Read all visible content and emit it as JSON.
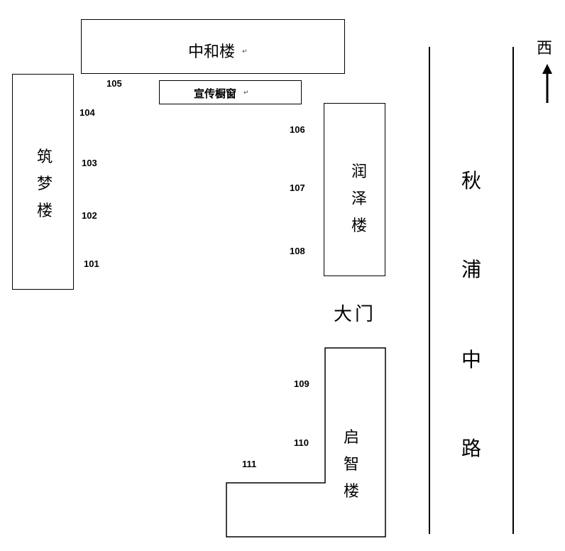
{
  "buildings": {
    "zhonghe": "中和楼",
    "zhumeng": [
      "筑",
      "梦",
      "楼"
    ],
    "runze": [
      "润",
      "泽",
      "楼"
    ],
    "qizhi": [
      "启",
      "智",
      "楼"
    ],
    "window": "宣传橱窗",
    "gate": "大门"
  },
  "rooms": {
    "r101": "101",
    "r102": "102",
    "r103": "103",
    "r104": "104",
    "r105": "105",
    "r106": "106",
    "r107": "107",
    "r108": "108",
    "r109": "109",
    "r110": "110",
    "r111": "111"
  },
  "road": [
    "秋",
    "浦",
    "中",
    "路"
  ],
  "compass": {
    "label": "西"
  },
  "mark": "↵"
}
